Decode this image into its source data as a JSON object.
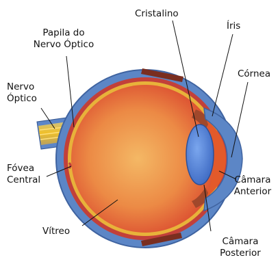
{
  "labels": {
    "papila_line1": "Papila do",
    "papila_line2": "Nervo Óptico",
    "nervo_line1": "Nervo",
    "nervo_line2": "Óptico",
    "fovea_line1": "Fóvea",
    "fovea_line2": "Central",
    "vitreo": "Vítreo",
    "cristalino": "Cristalino",
    "iris": "Íris",
    "cornea": "Córnea",
    "camara_anterior_line1": "Câmara",
    "camara_anterior_line2": "Anterior",
    "camara_posterior_line1": "Câmara",
    "camara_posterior_line2": "Posterior"
  },
  "colors": {
    "sclera": "#5c86c6",
    "sclera_dark": "#3f63a0",
    "choroid": "#c2403a",
    "retina": "#e8b23a",
    "vitreous_center": "#f3b060",
    "vitreous_edge": "#d9462e",
    "lens": "#4f7ed6",
    "iris": "#a0482b",
    "nerve": "#e8b020",
    "cornea_chamber": "#e35a2a",
    "leader": "#111111"
  }
}
